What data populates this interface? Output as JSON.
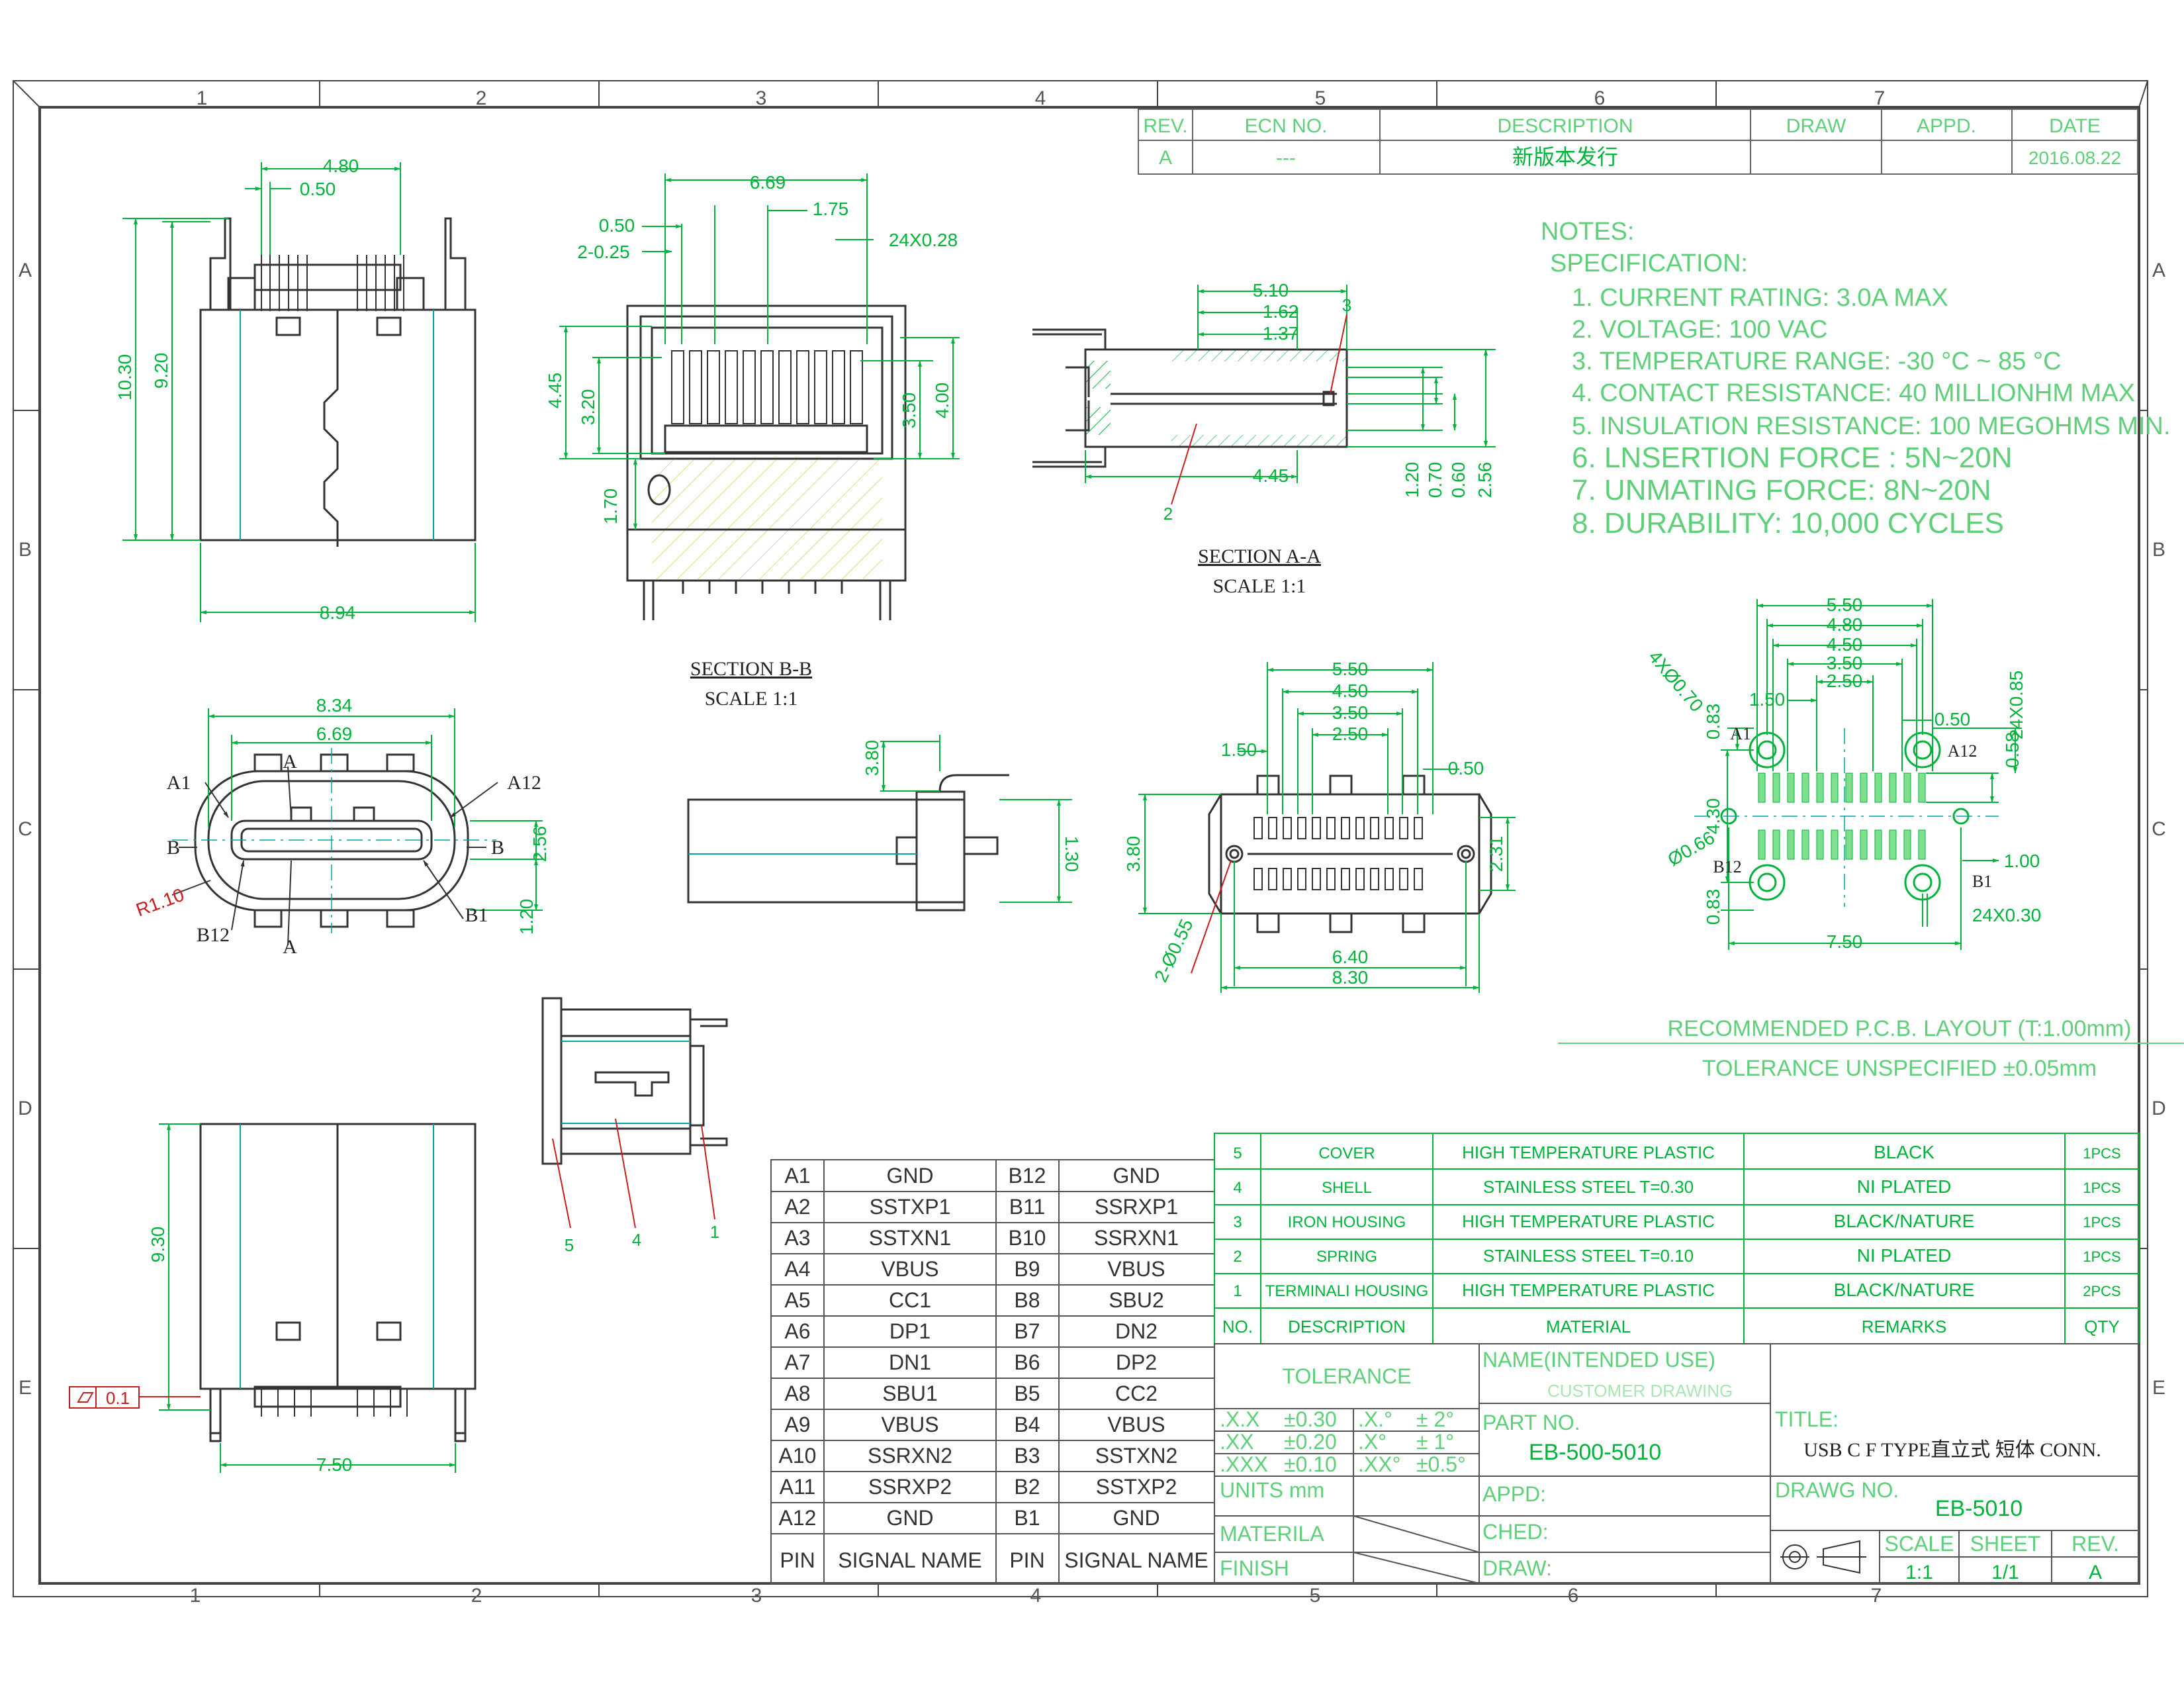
{
  "colors": {
    "ink": "#3a3a3a",
    "dim": "#00b33a",
    "note": "#5fd07a",
    "cyan": "#00a6a6",
    "yellowHatch": "#d8c64a",
    "red": "#c81e1e"
  },
  "zones": {
    "cols": [
      "1",
      "2",
      "3",
      "4",
      "5",
      "6",
      "7"
    ],
    "rows": [
      "A",
      "B",
      "C",
      "D",
      "E"
    ]
  },
  "revision": {
    "headers": [
      "REV.",
      "ECN NO.",
      "DESCRIPTION",
      "DRAW",
      "APPD.",
      "DATE"
    ],
    "row": [
      "A",
      "---",
      "新版本发行",
      "",
      "",
      "2016.08.22"
    ]
  },
  "notes": {
    "title": "NOTES:",
    "subtitle": "SPECIFICATION:",
    "items": [
      "1. CURRENT RATING: 3.0A MAX",
      "2. VOLTAGE: 100 VAC",
      "3. TEMPERATURE RANGE: -30 °C ~ 85 °C",
      "4. CONTACT RESISTANCE: 40 MILLIONHM MAX",
      "5. INSULATION RESISTANCE: 100 MEGOHMS MIN.",
      "6. LNSERTION FORCE : 5N~20N",
      "7. UNMATING FORCE: 8N~20N",
      "8. DURABILITY: 10,000 CYCLES"
    ]
  },
  "views": {
    "front": {
      "w480": "4.80",
      "w050": "0.50",
      "h1030": "10.30",
      "h920": "9.20",
      "w894": "8.94"
    },
    "sectionBB": {
      "title": "SECTION B-B",
      "scale": "SCALE 1:1",
      "d669": "6.69",
      "d175": "1.75",
      "d050": "0.50",
      "d2x025": "2-0.25",
      "d24x028": "24X0.28",
      "d445": "4.45",
      "d320": "3.20",
      "d350": "3.50",
      "d400": "4.00",
      "d170": "1.70"
    },
    "sectionAA": {
      "title": "SECTION A-A",
      "scale": "SCALE 1:1",
      "d510": "5.10",
      "d162": "1.62",
      "d137": "1.37",
      "d445": "4.45",
      "d120": "1.20",
      "d070": "0.70",
      "d060": "0.60",
      "d256": "2.56",
      "c3": "3",
      "c2": "2"
    },
    "endView": {
      "d834": "8.34",
      "d669": "6.69",
      "A1": "A1",
      "A12": "A12",
      "B12": "B12",
      "B1": "B1",
      "A": "A",
      "B": "B",
      "r110": "R1.10",
      "d256": "2.56",
      "d120": "1.20"
    },
    "sideView": {
      "d380": "3.80",
      "d130": "1.30"
    },
    "bottomView": {
      "d550": "5.50",
      "d450": "4.50",
      "d350": "3.50",
      "d250": "2.50",
      "d150": "1.50",
      "d050": "0.50",
      "d380": "3.80",
      "d231": "2.31",
      "d640": "6.40",
      "d830": "8.30",
      "d2x055": "2-Ø0.55"
    },
    "pcb": {
      "d550": "5.50",
      "d480": "4.80",
      "d450": "4.50",
      "d350": "3.50",
      "d250": "2.50",
      "d150": "1.50",
      "d4x070": "4XØ0.70",
      "d083a": "0.83",
      "d24x085": "24X0.85",
      "d050": "0.50",
      "d058": "0.58",
      "d430": "4.30",
      "d066": "Ø0.66",
      "d100": "1.00",
      "d083b": "0.83",
      "d24x030": "24X0.30",
      "d750": "7.50",
      "A1": "A1",
      "A12": "A12",
      "B12": "B12",
      "B1": "B1",
      "title": "RECOMMENDED P.C.B. LAYOUT (T:1.00mm)",
      "tol": "TOLERANCE UNSPECIFIED ±0.05mm"
    },
    "lowerSide": {
      "c5": "5",
      "c4": "4",
      "c1": "1"
    },
    "rear": {
      "d930": "9.30",
      "d750": "7.50",
      "flat": "0.1"
    }
  },
  "pins": {
    "headers": [
      "PIN",
      "SIGNAL NAME",
      "PIN",
      "SIGNAL NAME"
    ],
    "rows": [
      [
        "A1",
        "GND",
        "B12",
        "GND"
      ],
      [
        "A2",
        "SSTXP1",
        "B11",
        "SSRXP1"
      ],
      [
        "A3",
        "SSTXN1",
        "B10",
        "SSRXN1"
      ],
      [
        "A4",
        "VBUS",
        "B9",
        "VBUS"
      ],
      [
        "A5",
        "CC1",
        "B8",
        "SBU2"
      ],
      [
        "A6",
        "DP1",
        "B7",
        "DN2"
      ],
      [
        "A7",
        "DN1",
        "B6",
        "DP2"
      ],
      [
        "A8",
        "SBU1",
        "B5",
        "CC2"
      ],
      [
        "A9",
        "VBUS",
        "B4",
        "VBUS"
      ],
      [
        "A10",
        "SSRXN2",
        "B3",
        "SSTXN2"
      ],
      [
        "A11",
        "SSRXP2",
        "B2",
        "SSTXP2"
      ],
      [
        "A12",
        "GND",
        "B1",
        "GND"
      ]
    ]
  },
  "bom": {
    "headers": [
      "NO.",
      "DESCRIPTION",
      "MATERIAL",
      "REMARKS",
      "QTY"
    ],
    "rows": [
      [
        "5",
        "COVER",
        "HIGH TEMPERATURE PLASTIC",
        "BLACK",
        "1PCS"
      ],
      [
        "4",
        "SHELL",
        "STAINLESS STEEL T=0.30",
        "NI PLATED",
        "1PCS"
      ],
      [
        "3",
        "IRON HOUSING",
        "HIGH TEMPERATURE PLASTIC",
        "BLACK/NATURE",
        "1PCS"
      ],
      [
        "2",
        "SPRING",
        "STAINLESS STEEL T=0.10",
        "NI PLATED",
        "1PCS"
      ],
      [
        "1",
        "TERMINALI HOUSING",
        "HIGH TEMPERATURE PLASTIC",
        "BLACK/NATURE",
        "2PCS"
      ]
    ]
  },
  "titleBlock": {
    "tolerance": "TOLERANCE",
    "tolRows": [
      [
        ".X.X",
        "±0.30",
        ".X.°",
        "± 2°"
      ],
      [
        ".XX",
        "±0.20",
        ".X°",
        "± 1°"
      ],
      [
        ".XXX",
        "±0.10",
        ".XX°",
        "±0.5°"
      ]
    ],
    "units": "UNITS mm",
    "materila": "MATERILA",
    "finish": "FINISH",
    "nameLabel": "NAME(INTENDED USE)",
    "nameValue": "CUSTOMER DRAWING",
    "partNoLabel": "PART NO.",
    "partNo": "EB-500-5010",
    "appd": "APPD:",
    "ched": "CHED:",
    "draw": "DRAW:",
    "titleLabel": "TITLE:",
    "title": "USB C F TYPE直立式 短体 CONN.",
    "drawgLabel": "DRAWG NO.",
    "drawgNo": "EB-5010",
    "scaleLabel": "SCALE",
    "scale": "1:1",
    "sheetLabel": "SHEET",
    "sheet": "1/1",
    "revLabel": "REV.",
    "rev": "A"
  }
}
